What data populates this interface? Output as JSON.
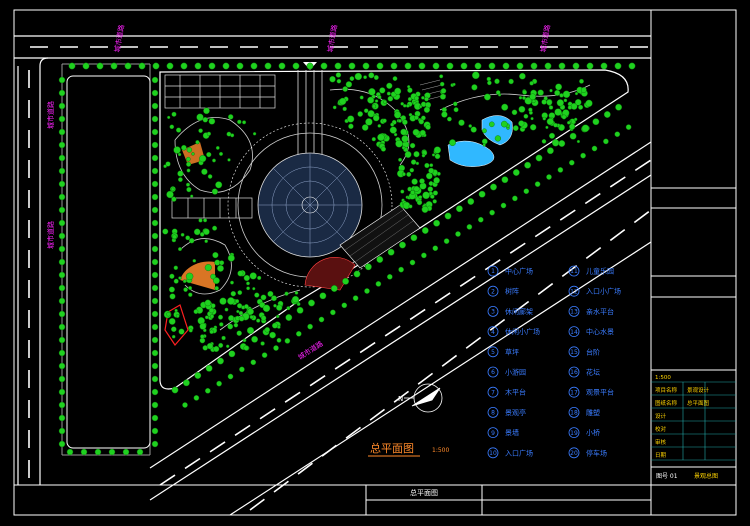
{
  "drawing": {
    "title": "总平面图",
    "scale_note": "1:500",
    "footer_center": "总平面图",
    "colors": {
      "background": "#000000",
      "frame": "#ffffff",
      "tree": "#1fd11f",
      "road_label": "#ff22ff",
      "legend": "#3a7cff",
      "water": "#30b8ff",
      "plaza_red": "#ff2020",
      "plaza_orange": "#ff8a2a"
    }
  },
  "legend": {
    "left": [
      {
        "no": "1",
        "text": "中心广场"
      },
      {
        "no": "2",
        "text": "树阵"
      },
      {
        "no": "3",
        "text": "休闲廊架"
      },
      {
        "no": "4",
        "text": "休闲小广场"
      },
      {
        "no": "5",
        "text": "草坪"
      },
      {
        "no": "6",
        "text": "小游园"
      },
      {
        "no": "7",
        "text": "木平台"
      },
      {
        "no": "8",
        "text": "景观亭"
      },
      {
        "no": "9",
        "text": "景墙"
      },
      {
        "no": "10",
        "text": "入口广场"
      }
    ],
    "right": [
      {
        "no": "11",
        "text": "儿童乐园"
      },
      {
        "no": "12",
        "text": "入口小广场"
      },
      {
        "no": "13",
        "text": "亲水平台"
      },
      {
        "no": "14",
        "text": "中心水景"
      },
      {
        "no": "15",
        "text": "台阶"
      },
      {
        "no": "16",
        "text": "花坛"
      },
      {
        "no": "17",
        "text": "观景平台"
      },
      {
        "no": "18",
        "text": "雕塑"
      },
      {
        "no": "19",
        "text": "小桥"
      },
      {
        "no": "20",
        "text": "停车场"
      }
    ]
  },
  "title_block": {
    "scale_label": "1:500",
    "rows": [
      {
        "k": "项目名称",
        "v": "景观设计"
      },
      {
        "k": "图纸名称",
        "v": "总平面图"
      },
      {
        "k": "设计",
        "v": ""
      },
      {
        "k": "校对",
        "v": ""
      },
      {
        "k": "审核",
        "v": ""
      },
      {
        "k": "日期",
        "v": ""
      }
    ],
    "sheet": "图号 01",
    "sheet_tag": "景观总图"
  },
  "roads": {
    "labels": [
      "城市道路",
      "城市道路",
      "城市道路",
      "城市道路",
      "城市道路",
      "城市道路"
    ]
  },
  "north": {
    "label": "N"
  }
}
